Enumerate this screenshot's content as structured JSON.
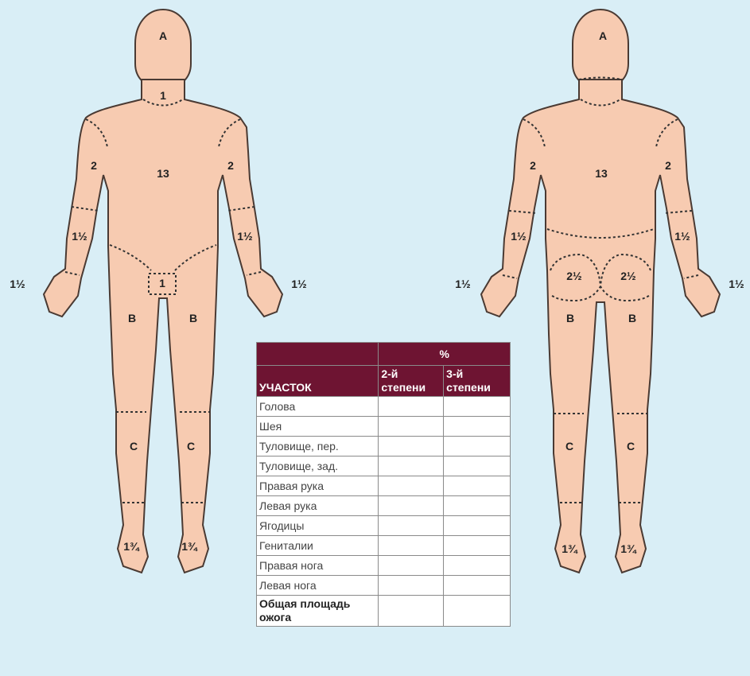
{
  "colors": {
    "background": "#d9eef6",
    "skin": "#f7cbb1",
    "outline": "#4a3a33",
    "header": "#6e1432"
  },
  "front_labels": {
    "head": "A",
    "neck": "1",
    "trunk": "13",
    "upper_arm_r": "2",
    "upper_arm_l": "2",
    "forearm_r": "1½",
    "forearm_l": "1½",
    "hand_r": "1½",
    "hand_l": "1½",
    "genitals": "1",
    "thigh_r": "B",
    "thigh_l": "B",
    "leg_r": "C",
    "leg_l": "C",
    "foot_r": "1¾",
    "foot_l": "1¾"
  },
  "back_labels": {
    "head": "A",
    "trunk": "13",
    "upper_arm_r": "2",
    "upper_arm_l": "2",
    "forearm_r": "1½",
    "forearm_l": "1½",
    "hand_r": "1½",
    "hand_l": "1½",
    "buttock_r": "2½",
    "buttock_l": "2½",
    "thigh_r": "B",
    "thigh_l": "B",
    "leg_r": "C",
    "leg_l": "C",
    "foot_r": "1¾",
    "foot_l": "1¾"
  },
  "table": {
    "percent_header": "%",
    "col_area": "УЧАСТОК",
    "col_2nd": "2-й степени",
    "col_3rd": "3-й степени",
    "rows": [
      "Голова",
      "Шея",
      "Туловище, пер.",
      "Туловище, зад.",
      "Правая рука",
      "Левая рука",
      "Ягодицы",
      "Гениталии",
      "Правая нога",
      "Левая нога"
    ],
    "total_label": "Общая площадь ожога"
  }
}
